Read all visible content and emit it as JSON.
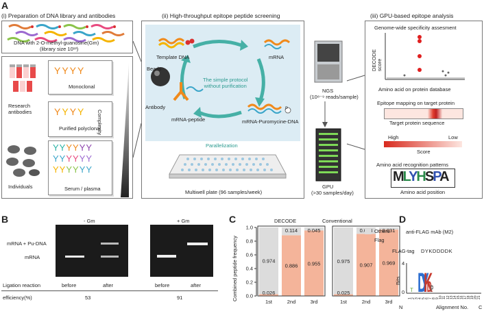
{
  "panels": {
    "A": "A",
    "B": "B",
    "C": "C",
    "D": "D"
  },
  "panelA": {
    "sec1_title": "(i) Preparation of DNA library and antibodies",
    "dna_label": "DNA with 2-O-methyl-guanosine(Gm)",
    "library_size": "(library size 10¹³)",
    "research_antibodies": "Research\nantibodies",
    "individuals": "Individuals",
    "monoclonal": "Monoclonal",
    "purified_polyclonal": "Purified polyclonal",
    "serum_plasma": "Serum / plasma",
    "complexity": "Complexity",
    "sec2_title": "(ii) High-throughput epitope peptide screening",
    "template_dna": "Template DNA",
    "mrna": "mRNA",
    "beads": "Beads",
    "antibody": "Antibody",
    "protocol": "The simple protocol\nwithout purification",
    "mrna_peptide": "mRNA-peptide",
    "mrna_puro": "mRNA-Puromycine-DNA",
    "parallelization": "Parallelization",
    "multiwell": "Multiwell plate (96 samples/week)",
    "ngs": "NGS",
    "ngs_reads": "(10⁸⁻⁹ reads/sample)",
    "gpu": "GPU",
    "gpu_rate": "(>30 samples/day)",
    "sec3_title": "(iii) GPU-based epitope analysis",
    "genome_wide": "Genome-wide specificity assesment",
    "decode_score": "DECODE\nscore",
    "amino_db": "Amino acid on protein database",
    "epitope_mapping": "Epitope mapping on target protein",
    "target_seq": "Target protein sequence",
    "high": "High",
    "low": "Low",
    "score": "Score",
    "aa_patterns": "Amino acid recognition patterns",
    "aa_position": "Amino acid position",
    "p_marker": "P"
  },
  "panelB": {
    "minus_gm": "- Gm",
    "plus_gm": "+ Gm",
    "mrna_pu": "mRNA + Pu-DNA",
    "mrna": "mRNA",
    "ligation": "Ligation reaction",
    "before": "before",
    "after": "after",
    "efficiency": "efficiency(%)",
    "eff_minus": "53",
    "eff_plus": "91"
  },
  "panelC": {
    "ylabel": "Combined peptide frequency",
    "group1": "DECODE",
    "group2": "Conventional",
    "legend_others": "Others",
    "legend_flag": "Flag",
    "colors": {
      "others": "#dcdcdc",
      "flag": "#f4b49a"
    }
  },
  "chart_data": {
    "type": "bar",
    "stacked": true,
    "ylabel": "Combined peptide frequency",
    "ylim": [
      0,
      1.0
    ],
    "yticks": [
      "0.0",
      "0.2",
      "0.4",
      "0.6",
      "0.8",
      "1.0"
    ],
    "groups": [
      {
        "name": "DECODE",
        "categories": [
          "1st",
          "2nd",
          "3rd"
        ],
        "series": [
          {
            "name": "Flag",
            "values": [
              0.026,
              0.886,
              0.955
            ]
          },
          {
            "name": "Others",
            "values": [
              0.974,
              0.114,
              0.045
            ]
          }
        ]
      },
      {
        "name": "Conventional",
        "categories": [
          "1st",
          "2nd",
          "3rd"
        ],
        "series": [
          {
            "name": "Flag",
            "values": [
              0.025,
              0.907,
              0.969
            ]
          },
          {
            "name": "Others",
            "values": [
              0.975,
              0.093,
              0.031
            ]
          }
        ]
      }
    ],
    "legend": "top-right"
  },
  "panelD": {
    "title": "anti-FLAG mAb (M2)",
    "flag_tag": "FLAG-tag",
    "flag_seq": "DYKDDDDK",
    "ylabel": "Bits",
    "y4": "4",
    "y0": "0",
    "xlabel": "Alignment No.",
    "n": "N",
    "c": "C",
    "positions": [
      "1",
      "2",
      "3",
      "4",
      "5",
      "6",
      "7",
      "8",
      "9",
      "10",
      "11",
      "12",
      "13",
      "14",
      "15",
      "16",
      "17",
      "18",
      "19",
      "20",
      "21"
    ]
  }
}
